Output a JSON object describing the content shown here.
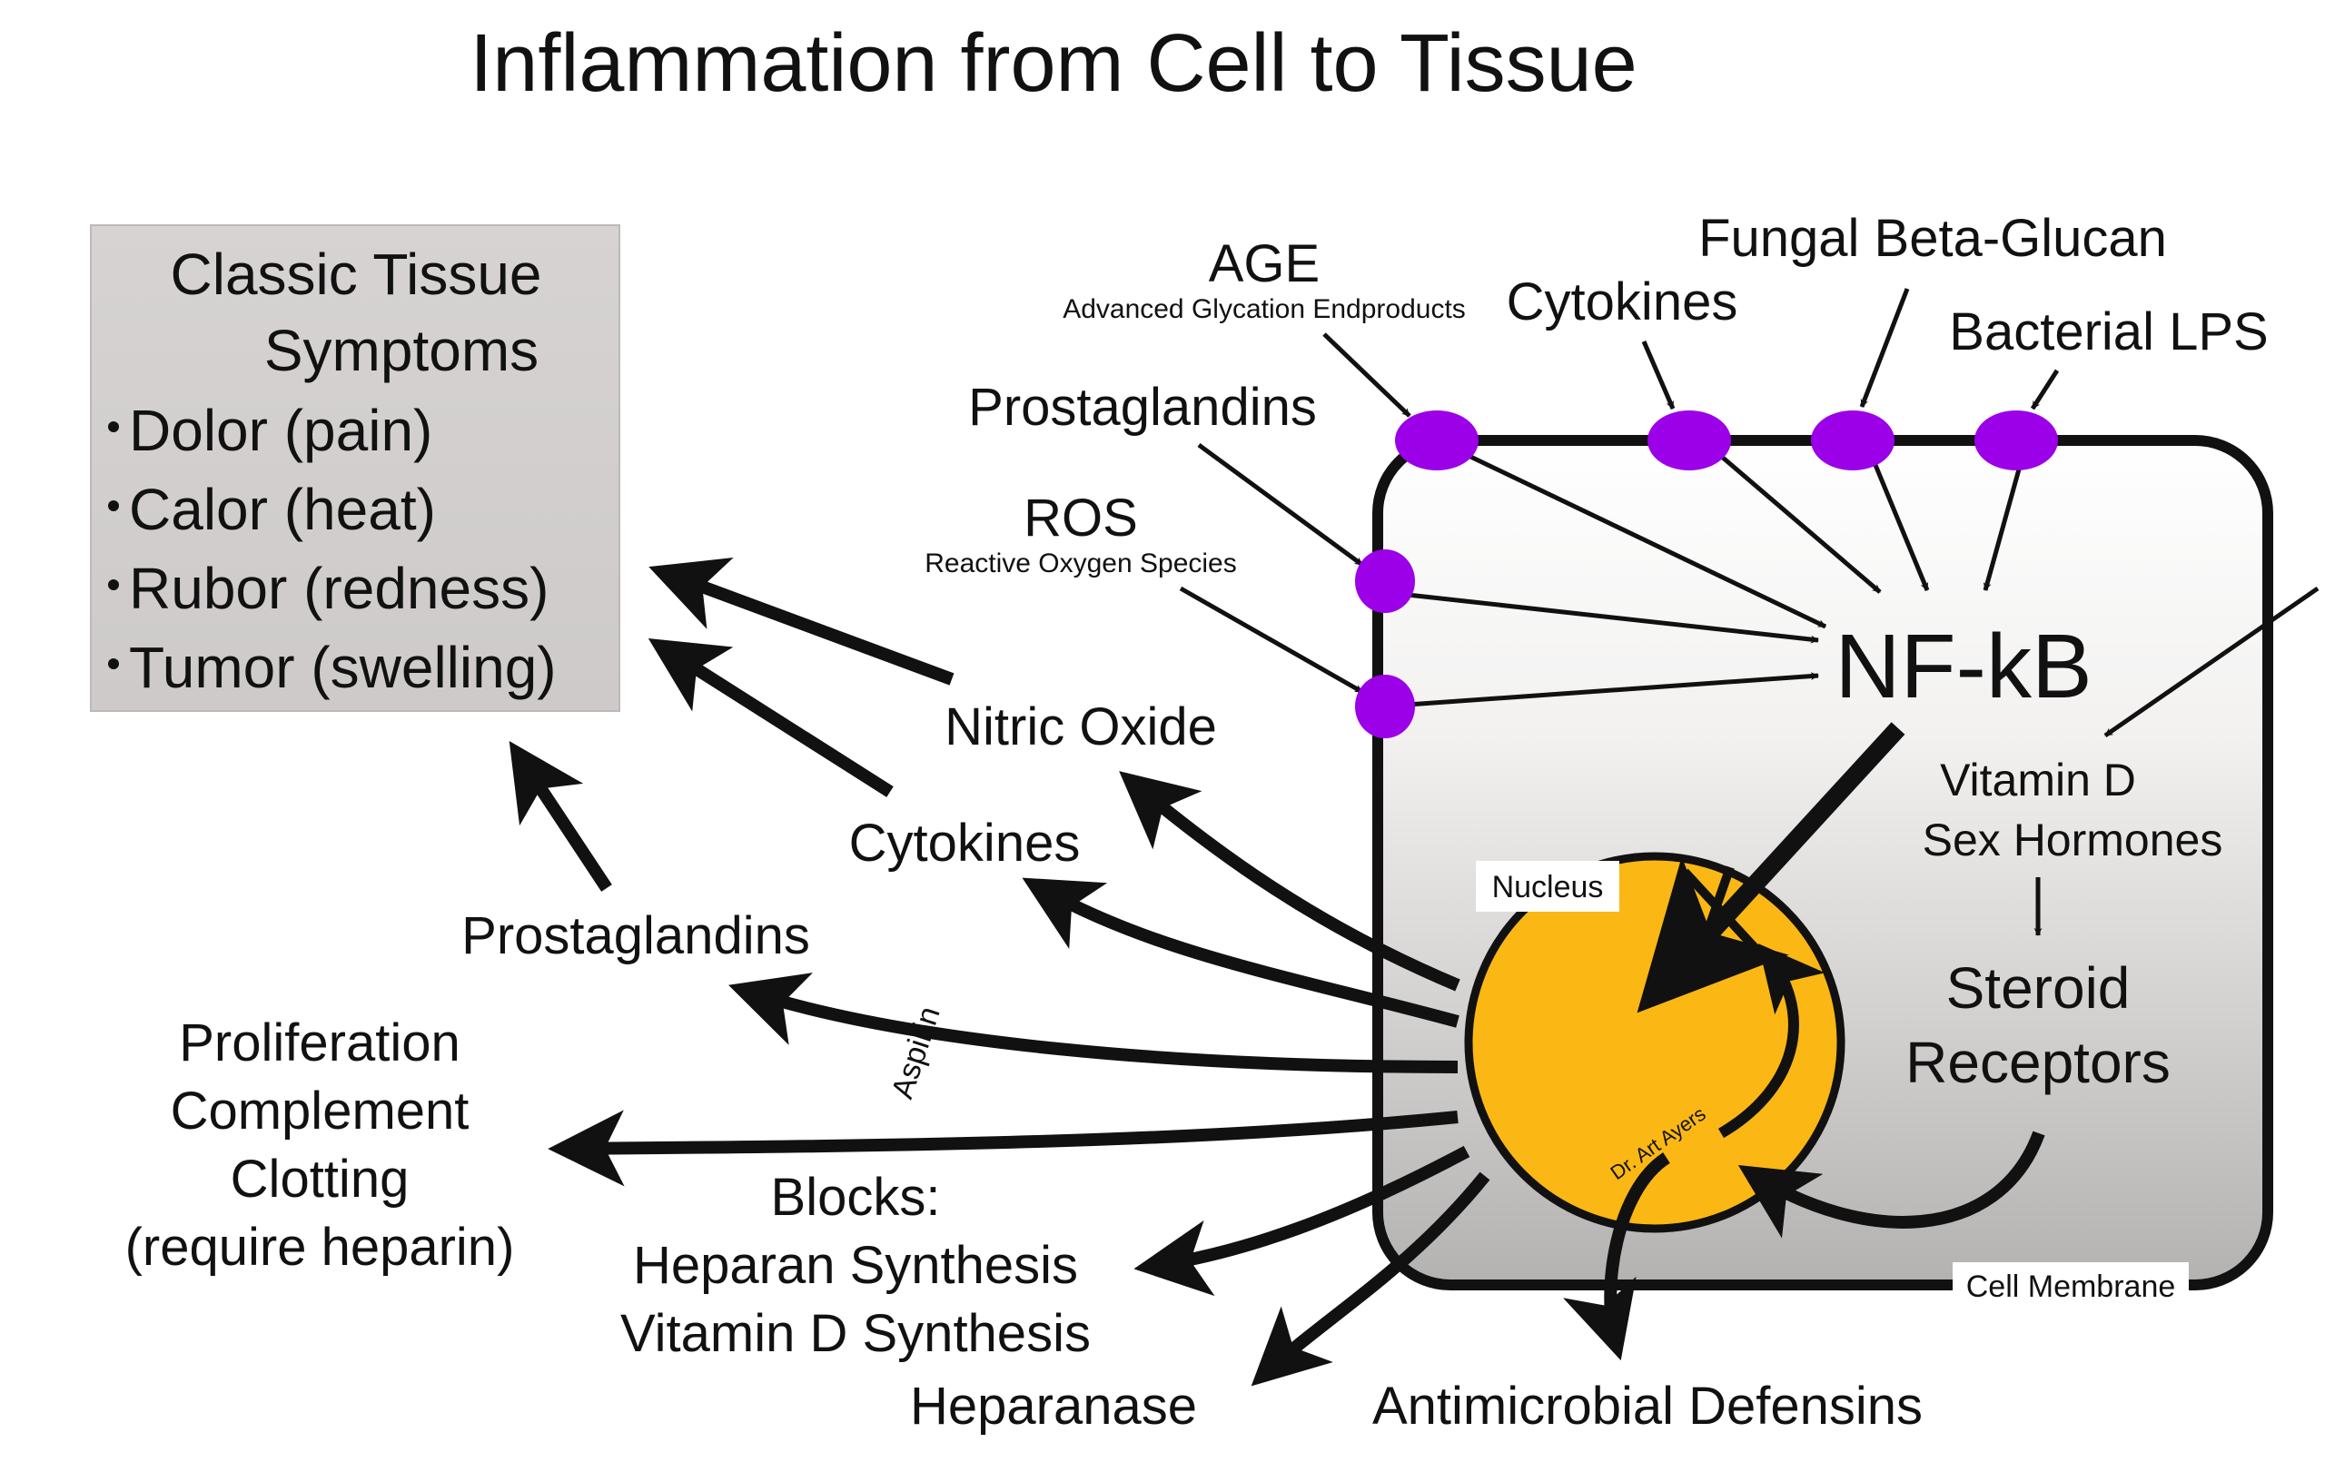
{
  "title": "Inflammation from Cell to Tissue",
  "symptoms": {
    "heading_line1": "Classic Tissue",
    "heading_line2": "Symptoms",
    "items": [
      "Dolor (pain)",
      "Calor (heat)",
      "Rubor (redness)",
      "Tumor (swelling)"
    ]
  },
  "triggers": {
    "age": "AGE",
    "age_sub": "Advanced Glycation Endproducts",
    "cytokines": "Cytokines",
    "fungal": "Fungal Beta-Glucan",
    "lps": "Bacterial LPS",
    "prostaglandins": "Prostaglandins",
    "ros": "ROS",
    "ros_sub": "Reactive Oxygen Species"
  },
  "cell": {
    "nfkb": "NF-kB",
    "vitamin_d": "Vitamin D",
    "sex_hormones": "Sex Hormones",
    "steroid_line1": "Steroid",
    "steroid_line2": "Receptors",
    "nucleus_label": "Nucleus",
    "membrane_label": "Cell Membrane",
    "signature": "Dr. Art Ayers"
  },
  "outputs": {
    "nitric_oxide": "Nitric Oxide",
    "cytokines": "Cytokines",
    "prostaglandins": "Prostaglandins",
    "aspirin": "Aspirin",
    "proliferation": [
      "Proliferation",
      "Complement",
      "Clotting",
      "(require heparin)"
    ],
    "blocks": [
      "Blocks:",
      "Heparan Synthesis",
      "Vitamin D Synthesis"
    ],
    "heparanase": "Heparanase",
    "defensins": "Antimicrobial Defensins"
  },
  "colors": {
    "receptor": "#9b00e8",
    "nucleus": "#fbb714",
    "cell_fill_top": "#ffffff",
    "cell_fill_bottom": "#b4b2b1",
    "symptom_box": "#d3d0cf",
    "ink": "#111111"
  }
}
